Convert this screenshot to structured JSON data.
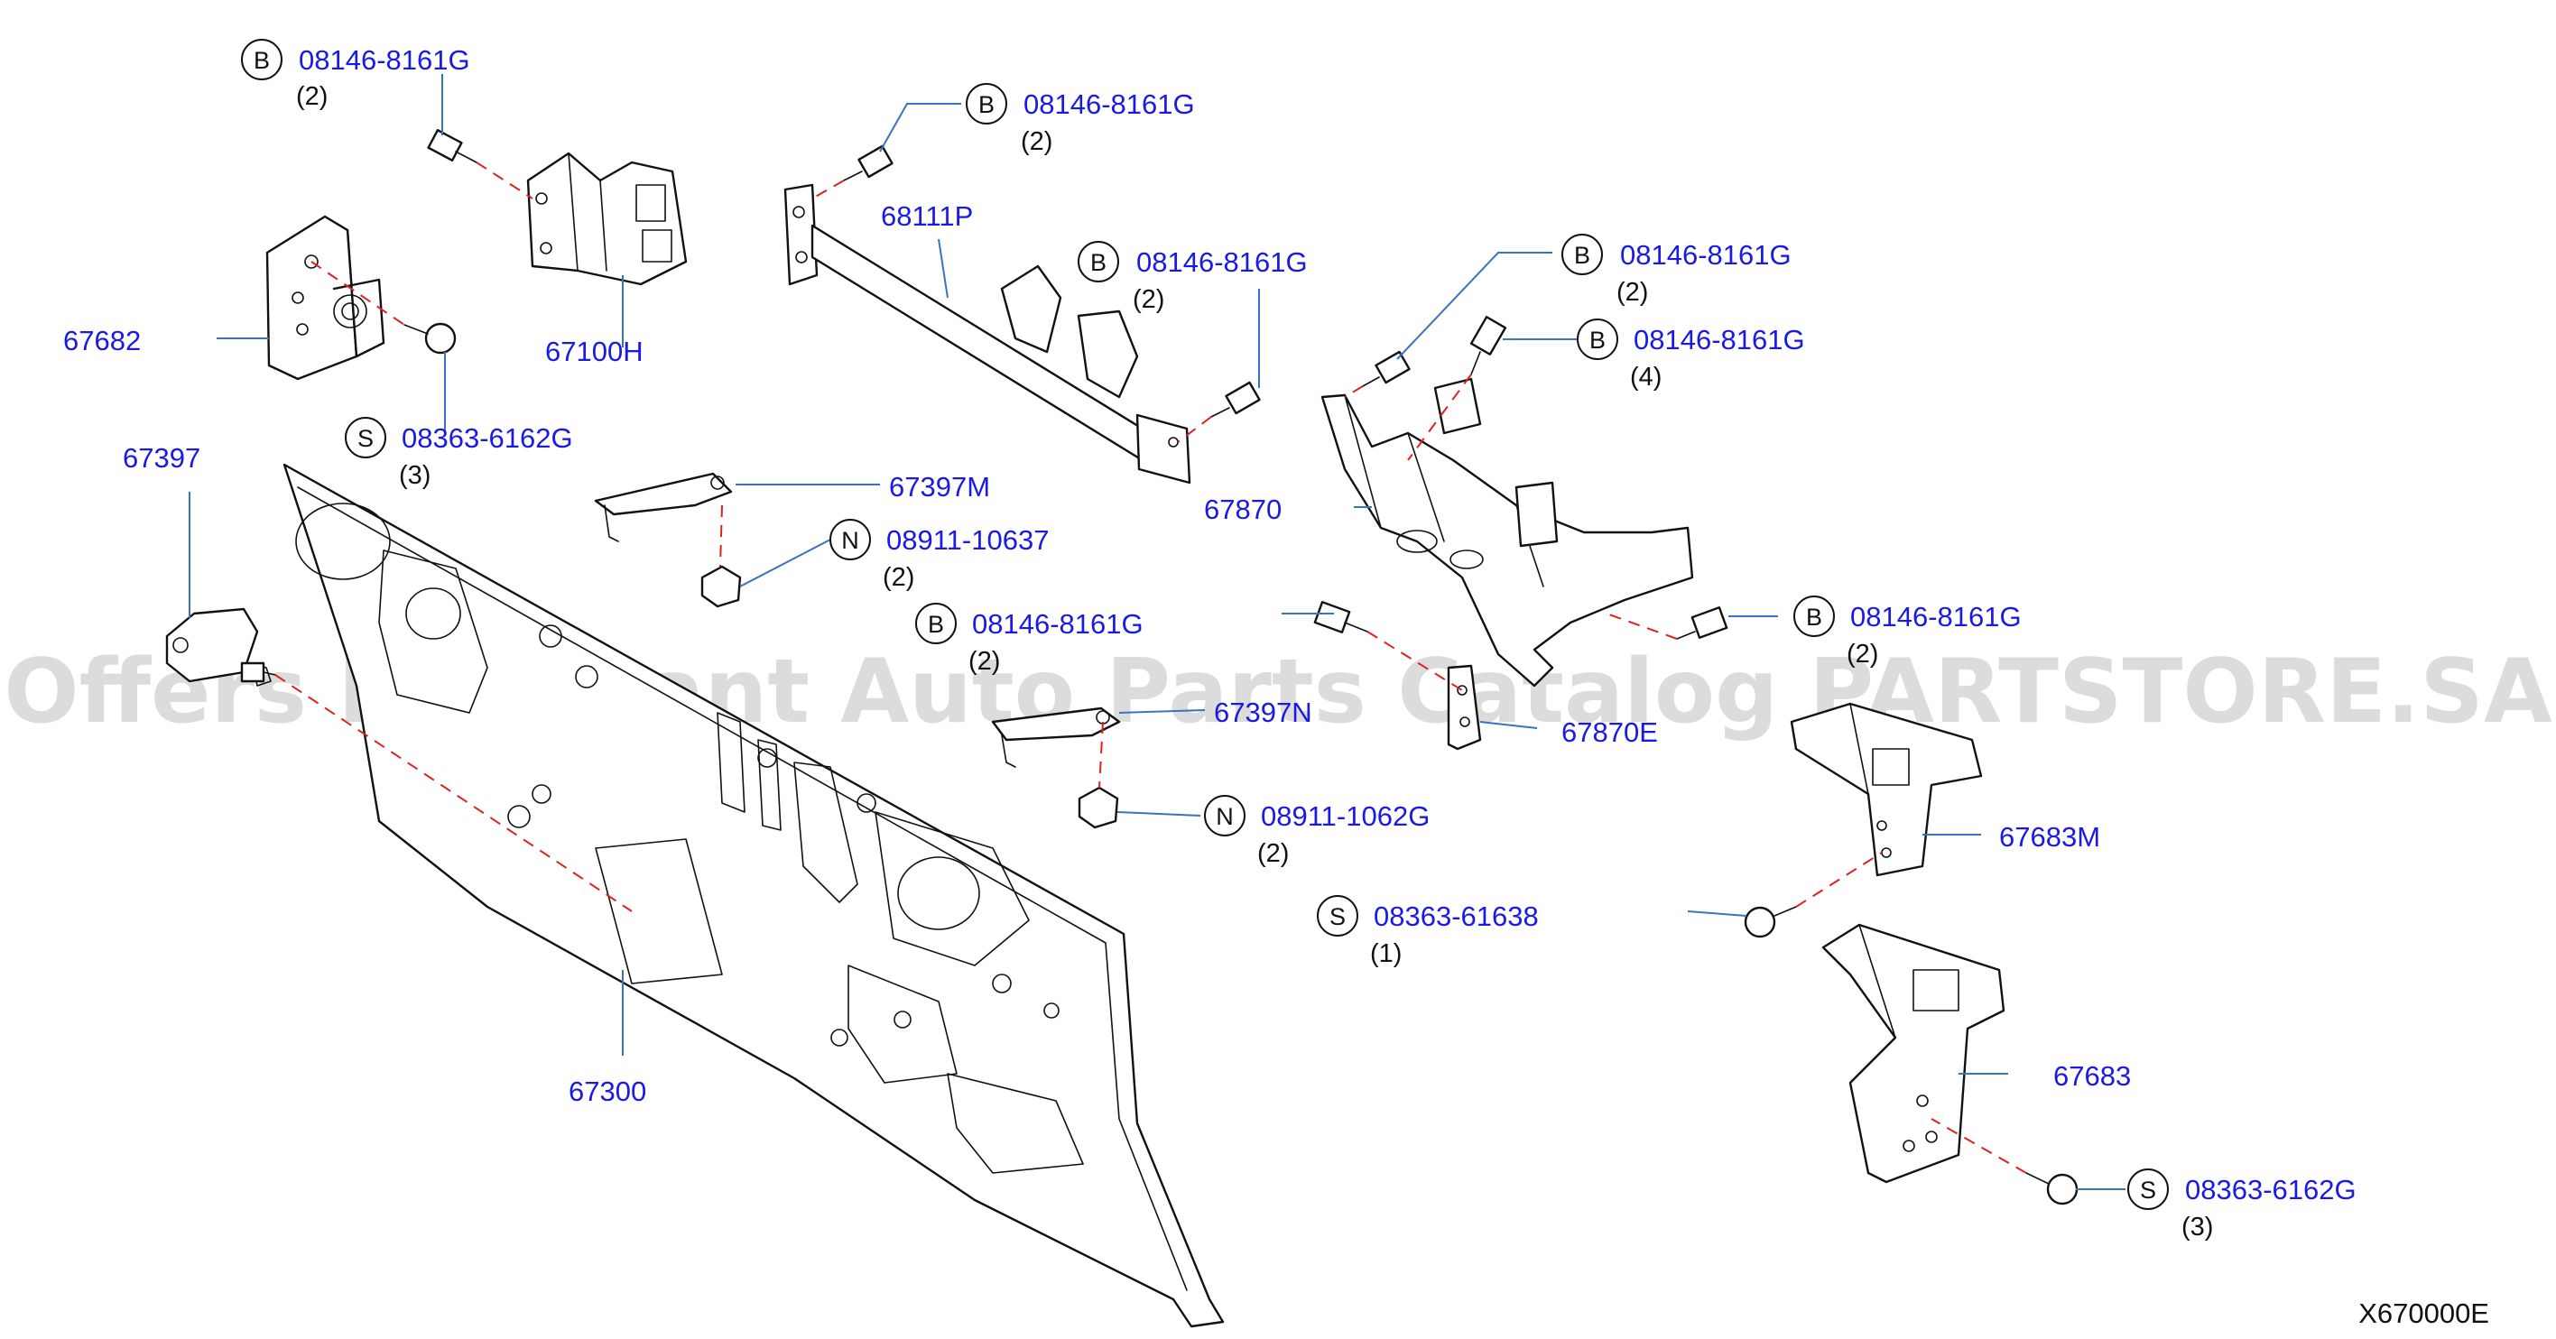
{
  "watermark": "Offers Merchant Auto Parts Catalog PARTSTORE.SA",
  "diagram_code": "X670000E",
  "parts": [
    {
      "id": "p67682",
      "number": "67682"
    },
    {
      "id": "p67100H",
      "number": "67100H"
    },
    {
      "id": "p68111P",
      "number": "68111P"
    },
    {
      "id": "p67397",
      "number": "67397"
    },
    {
      "id": "p67397M",
      "number": "67397M"
    },
    {
      "id": "p67397N",
      "number": "67397N"
    },
    {
      "id": "p67300",
      "number": "67300"
    },
    {
      "id": "p67870",
      "number": "67870"
    },
    {
      "id": "p67870E",
      "number": "67870E"
    },
    {
      "id": "p67683M",
      "number": "67683M"
    },
    {
      "id": "p67683",
      "number": "67683"
    }
  ],
  "fasteners": [
    {
      "letter": "B",
      "number": "08146-8161G",
      "qty": "(2)"
    },
    {
      "letter": "B",
      "number": "08146-8161G",
      "qty": "(2)"
    },
    {
      "letter": "B",
      "number": "08146-8161G",
      "qty": "(2)"
    },
    {
      "letter": "B",
      "number": "08146-8161G",
      "qty": "(2)"
    },
    {
      "letter": "B",
      "number": "08146-8161G",
      "qty": "(4)"
    },
    {
      "letter": "B",
      "number": "08146-8161G",
      "qty": "(2)"
    },
    {
      "letter": "B",
      "number": "08146-8161G",
      "qty": "(2)"
    },
    {
      "letter": "S",
      "number": "08363-6162G",
      "qty": "(3)"
    },
    {
      "letter": "N",
      "number": "08911-10637",
      "qty": "(2)"
    },
    {
      "letter": "N",
      "number": "08911-1062G",
      "qty": "(2)"
    },
    {
      "letter": "S",
      "number": "08363-61638",
      "qty": "(1)"
    },
    {
      "letter": "S",
      "number": "08363-6162G",
      "qty": "(3)"
    }
  ],
  "colors": {
    "part_number": "#1a1ae6",
    "leader": "#3a72c0",
    "dash": "#e02020"
  }
}
